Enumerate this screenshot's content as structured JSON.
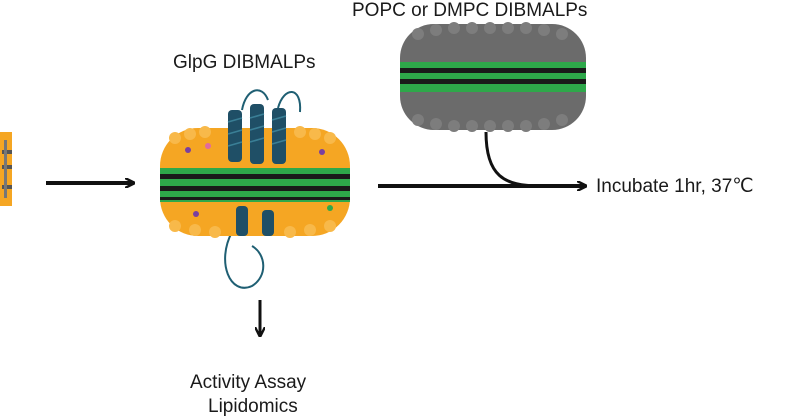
{
  "labels": {
    "popc_dmpc": "POPC or DMPC DIBMALPs",
    "glpg": "GlpG DIBMALPs",
    "incubate": "Incubate 1hr, 37",
    "degree_celsius": "℃",
    "activity_assay": "Activity Assay",
    "lipidomics": "Lipidomics"
  },
  "colors": {
    "lipid_orange": "#f5a623",
    "lipid_gray": "#6b6b6b",
    "belt_green": "#2ea84a",
    "belt_dark": "#1a1a1a",
    "protein_teal": "#1f4f66",
    "arrow": "#111111"
  }
}
